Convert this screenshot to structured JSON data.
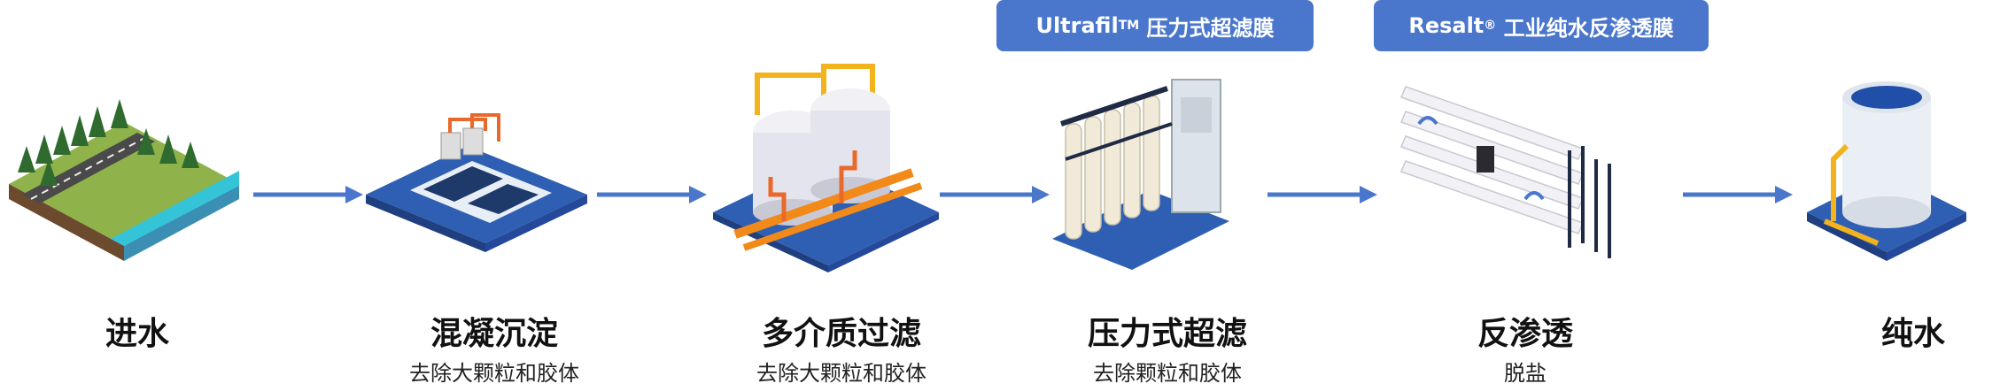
{
  "badges": [
    {
      "name": "Ultrafil",
      "mark": "TM",
      "suffix": "压力式超滤膜"
    },
    {
      "name": "Resalt",
      "mark": "®",
      "suffix": "工业纯水反渗透膜"
    }
  ],
  "stages": [
    {
      "title": "进水",
      "subtitle": ""
    },
    {
      "title": "混凝沉淀",
      "subtitle": "去除大颗粒和胶体"
    },
    {
      "title": "多介质过滤",
      "subtitle": "去除大颗粒和胶体"
    },
    {
      "title": "压力式超滤",
      "subtitle": "去除颗粒和胶体"
    },
    {
      "title": "反渗透",
      "subtitle": "脱盐"
    },
    {
      "title": "纯水",
      "subtitle": ""
    }
  ],
  "colors": {
    "accent": "#4a76cc",
    "arrow": "#4a76cc"
  }
}
